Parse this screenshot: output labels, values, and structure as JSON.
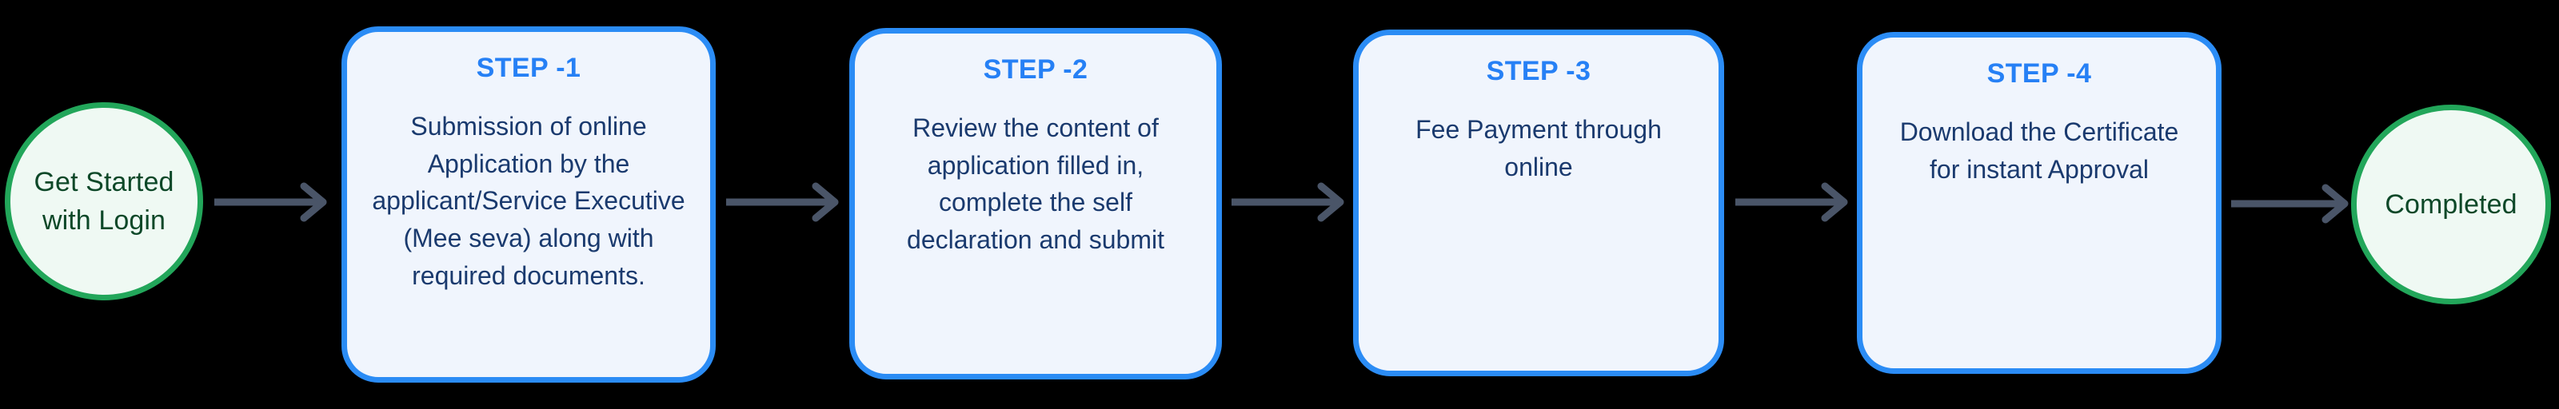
{
  "diagram": {
    "type": "flowchart",
    "orientation": "left-to-right",
    "background_color": "#000000",
    "start_node": {
      "label": "Get Started\nwith Login",
      "shape": "circle",
      "fill_color": "#eff9f3",
      "border_color": "#22a65a",
      "text_color": "#0d4828"
    },
    "end_node": {
      "label": "Completed",
      "shape": "circle",
      "fill_color": "#eff9f3",
      "border_color": "#22a65a",
      "text_color": "#0d4828"
    },
    "step_style": {
      "fill_color": "#f0f5fd",
      "border_color": "#2b8cf5",
      "title_color": "#2680f5",
      "body_color": "#1a3a6e"
    },
    "connector": {
      "style": "arrow",
      "color": "#4a5568",
      "count": 5
    },
    "steps": [
      {
        "title": "STEP -1",
        "body": "Submission of online Application by the applicant/Service Executive\n(Mee seva) along with required documents."
      },
      {
        "title": "STEP -2",
        "body": "Review the content of application filled in, complete the self declaration and submit"
      },
      {
        "title": "STEP -3",
        "body": "Fee Payment through online"
      },
      {
        "title": "STEP -4",
        "body": "Download the Certificate for instant Approval"
      }
    ]
  }
}
